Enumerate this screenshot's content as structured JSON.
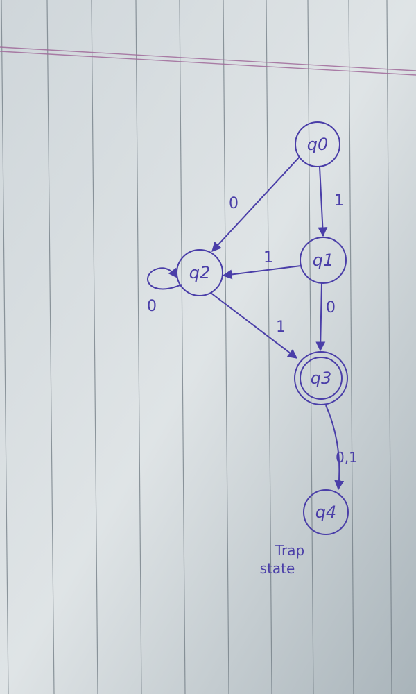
{
  "diagram": {
    "states": [
      {
        "id": "q0",
        "label": "q0",
        "accepting": false
      },
      {
        "id": "q1",
        "label": "q1",
        "accepting": false
      },
      {
        "id": "q2",
        "label": "q2",
        "accepting": false
      },
      {
        "id": "q3",
        "label": "q3",
        "accepting": true
      },
      {
        "id": "q4",
        "label": "q4",
        "accepting": false,
        "note": "Trap state"
      }
    ],
    "transitions": [
      {
        "from": "q0",
        "to": "q1",
        "label": "1"
      },
      {
        "from": "q0",
        "to": "q2",
        "label": "0"
      },
      {
        "from": "q1",
        "to": "q2",
        "label": "1"
      },
      {
        "from": "q1",
        "to": "q3",
        "label": "0"
      },
      {
        "from": "q2",
        "to": "q2",
        "label": "0"
      },
      {
        "from": "q2",
        "to": "q3",
        "label": "1"
      },
      {
        "from": "q3",
        "to": "q4",
        "label": "0,1"
      }
    ],
    "trap_label_line1": "Trap",
    "trap_label_line2": "state"
  },
  "colors": {
    "ink": "#4a3ea8",
    "paper": "#d9dfe2",
    "rule": "#6f7a82",
    "margin": "#a06a9a",
    "background": "#8f9ea8"
  }
}
